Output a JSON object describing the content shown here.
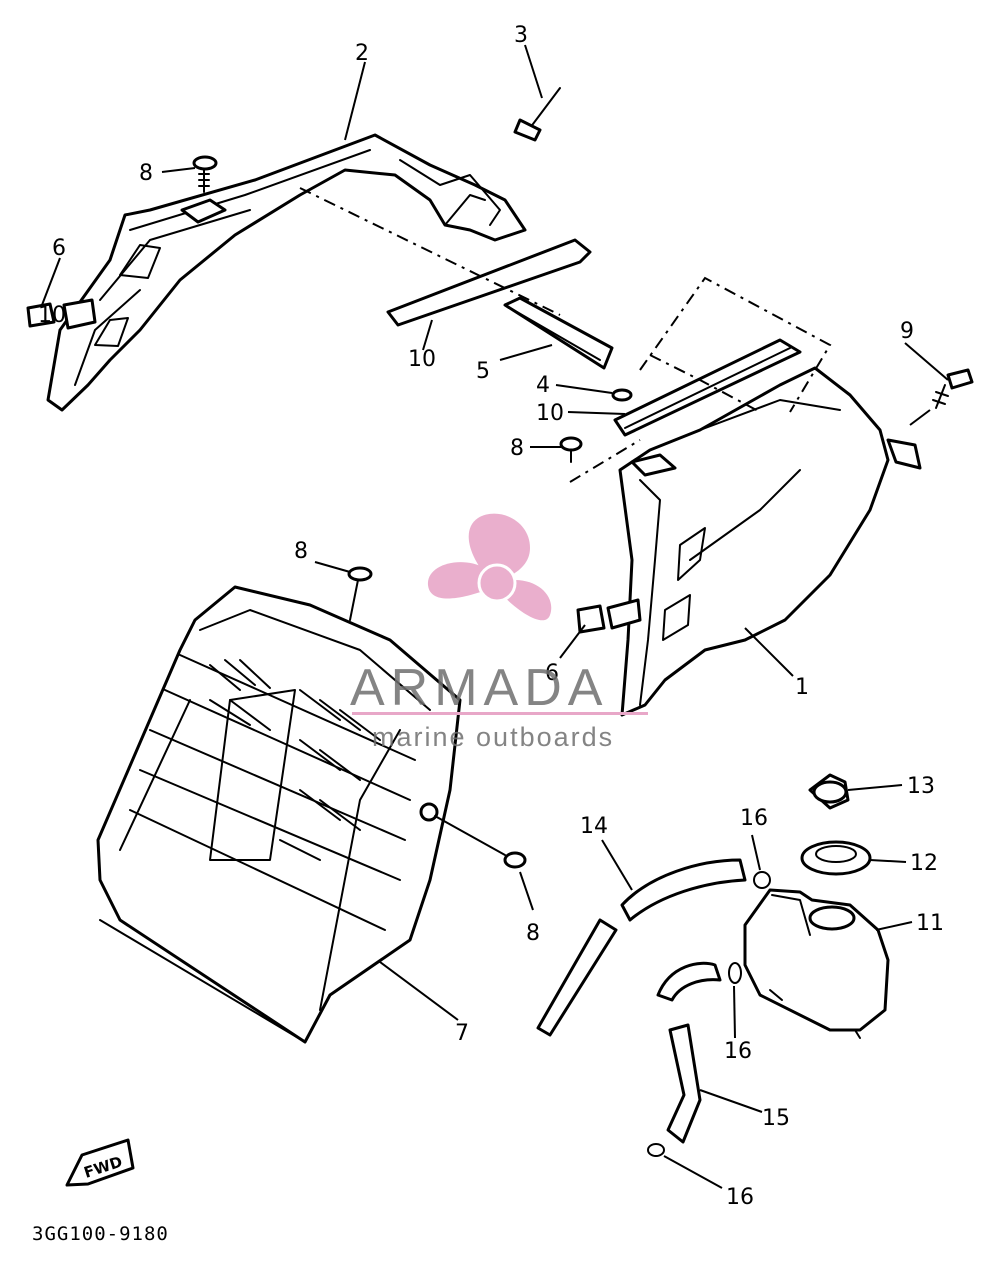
{
  "diagram": {
    "part_code": "3GG100-9180",
    "fwd_label": "FWD",
    "callouts": [
      "1",
      "2",
      "3",
      "4",
      "5",
      "6",
      "6",
      "7",
      "8",
      "8",
      "8",
      "8",
      "9",
      "10",
      "10",
      "11",
      "12",
      "13",
      "14",
      "15",
      "16",
      "16",
      "16"
    ]
  },
  "watermark": {
    "brand": "ARMADA",
    "tagline": "marine outboards",
    "color": "#e8a7c8"
  }
}
